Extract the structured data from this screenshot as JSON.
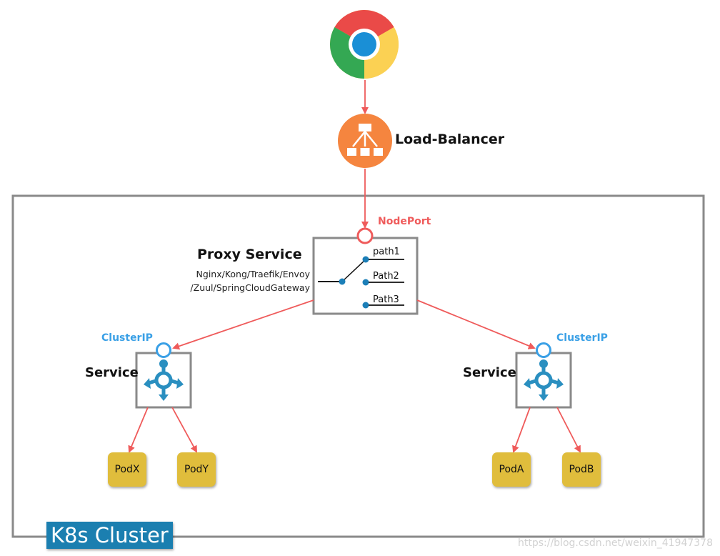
{
  "client": {
    "icon": "chrome-browser-icon"
  },
  "load_balancer": {
    "label": "Load-Balancer",
    "icon": "load-balancer-icon",
    "color": "#f5853f"
  },
  "proxy": {
    "title": "Proxy Service",
    "subtitle_line1": "Nginx/Kong/Traefik/Envoy",
    "subtitle_line2": "/Zuul/SpringCloudGateway",
    "port_label": "NodePort",
    "paths": [
      "path1",
      "Path2",
      "Path3"
    ]
  },
  "services": [
    {
      "label": "Service",
      "port_label": "ClusterIP",
      "pods": [
        "PodX",
        "PodY"
      ]
    },
    {
      "label": "Service",
      "port_label": "ClusterIP",
      "pods": [
        "PodA",
        "PodB"
      ]
    }
  ],
  "cluster": {
    "label": "K8s Cluster"
  },
  "watermark": "https://blog.csdn.net/weixin_41947378",
  "colors": {
    "arrow": "#ef5b5b",
    "nodeport": "#ef5b5b",
    "clusterip": "#3aa0e6",
    "service_icon": "#2a8fc0",
    "pod": "#e0bd3c",
    "border": "#8a8a8a",
    "cluster_tag": "#1b7fb0"
  }
}
